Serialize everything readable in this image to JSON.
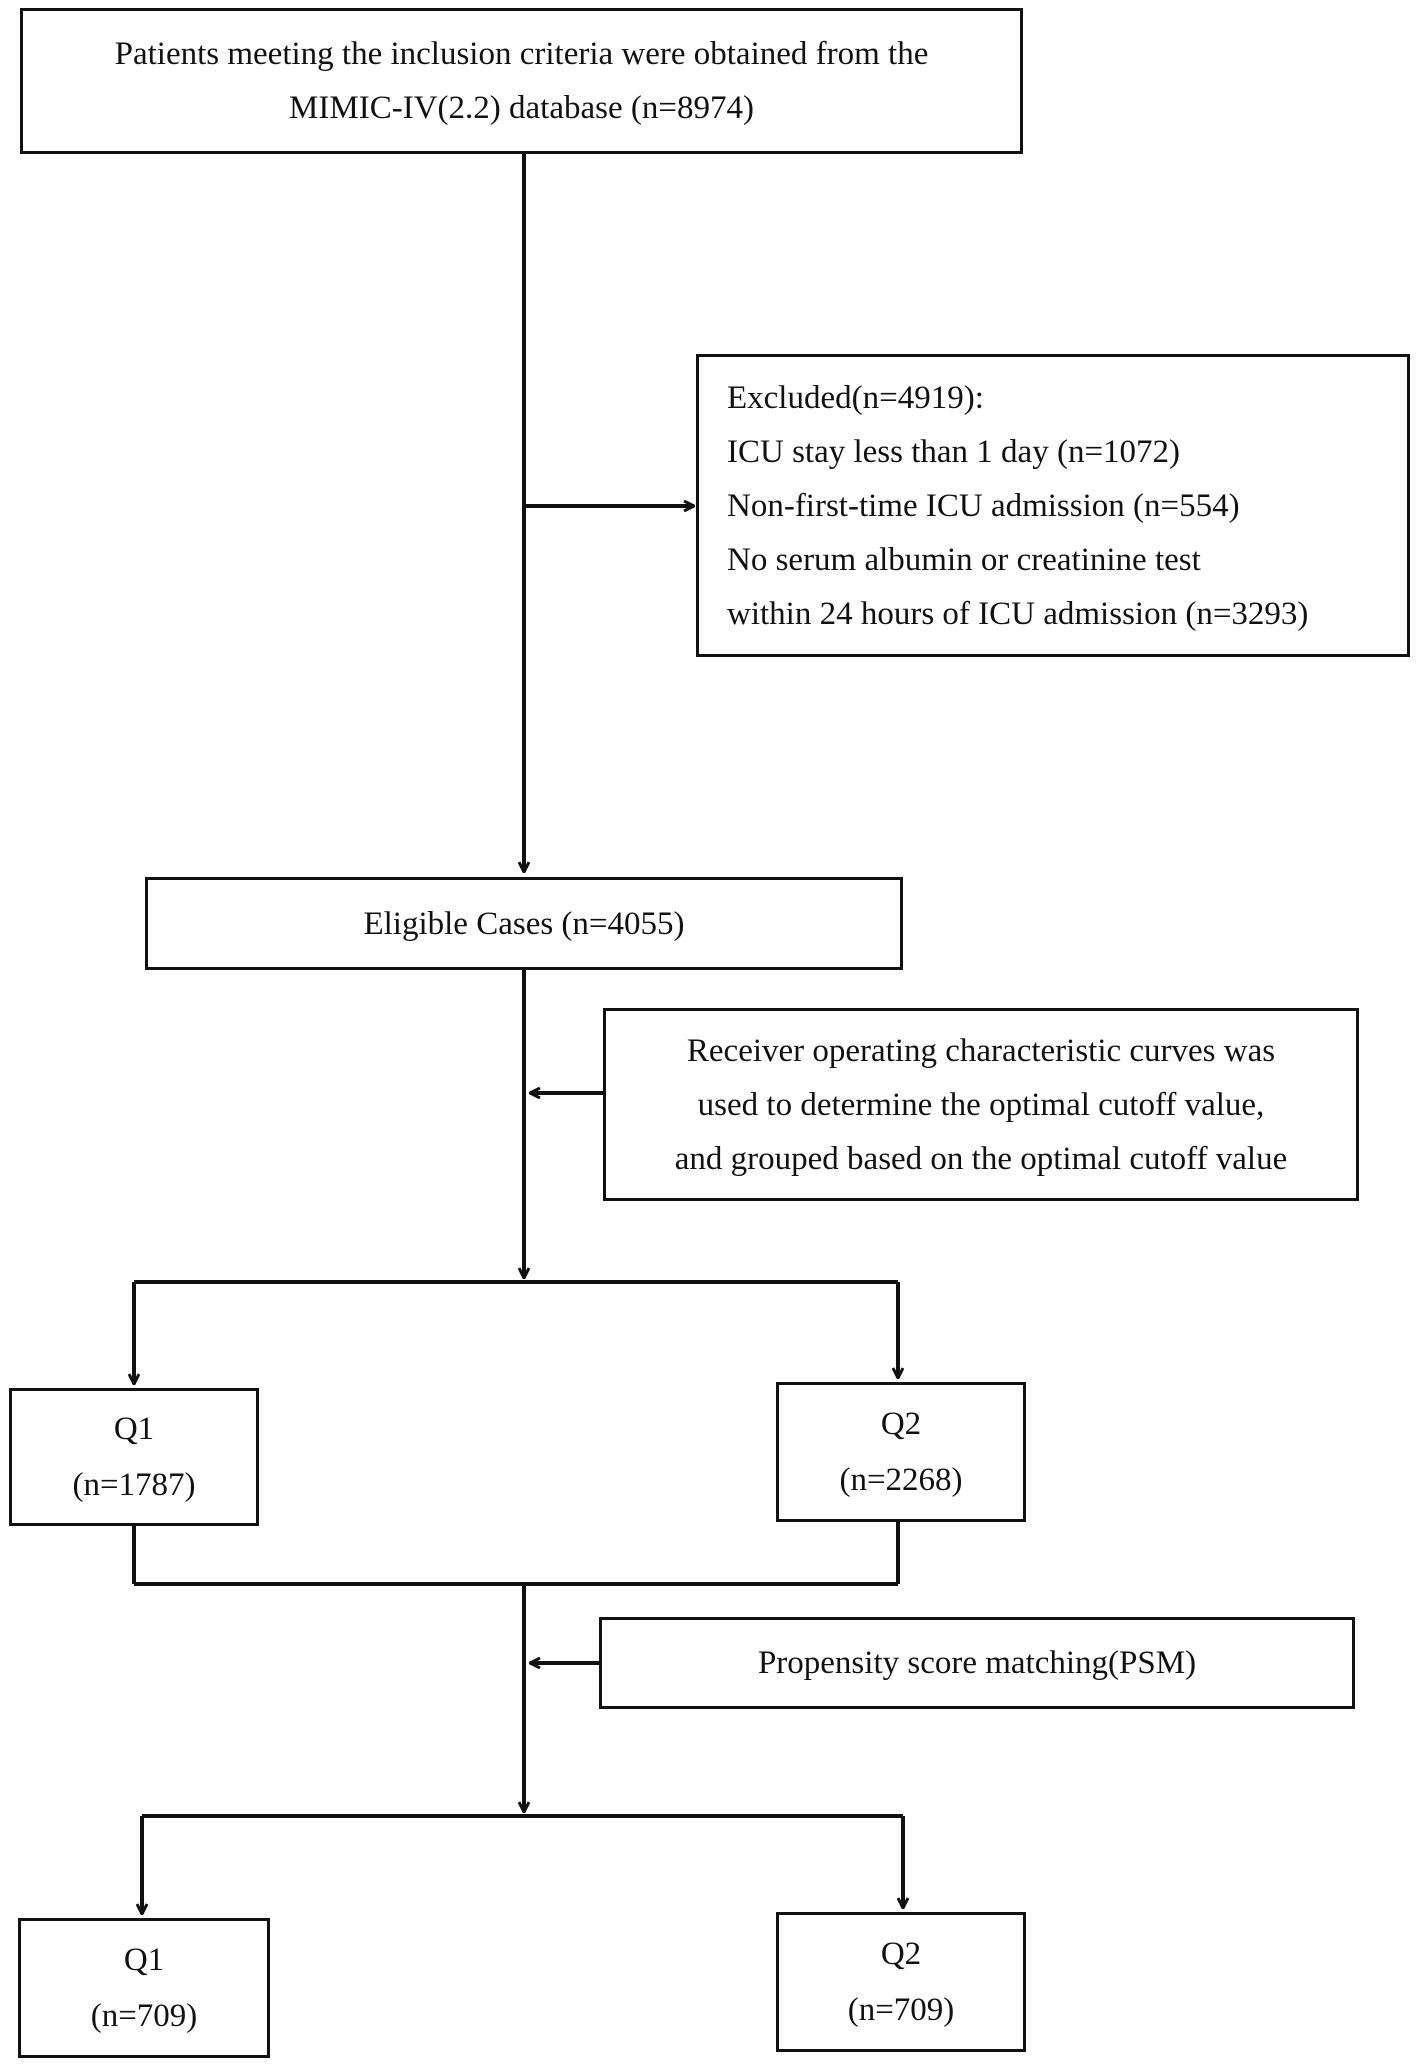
{
  "start": {
    "lines": [
      "Patients meeting the inclusion criteria were obtained from the",
      "MIMIC-IV(2.2) database (n=8974)"
    ]
  },
  "excluded": {
    "lines": [
      "Excluded(n=4919):",
      "ICU stay less than 1 day (n=1072)",
      "Non-first-time ICU admission (n=554)",
      "No serum albumin or creatinine test",
      "within 24 hours of ICU admission (n=3293)"
    ]
  },
  "eligible": {
    "label": "Eligible Cases (n=4055)"
  },
  "roc": {
    "lines": [
      "Receiver operating characteristic curves was",
      "used to determine the optimal cutoff value,",
      "and grouped based on the optimal cutoff value"
    ]
  },
  "groups_before": {
    "q1": {
      "name": "Q1",
      "count": "(n=1787)"
    },
    "q2": {
      "name": "Q2",
      "count": "(n=2268)"
    }
  },
  "psm": {
    "label": "Propensity score matching(PSM)"
  },
  "groups_after": {
    "q1": {
      "name": "Q1",
      "count": "(n=709)"
    },
    "q2": {
      "name": "Q2",
      "count": "(n=709)"
    }
  },
  "colors": {
    "stroke": "#111111",
    "background": "#ffffff"
  }
}
